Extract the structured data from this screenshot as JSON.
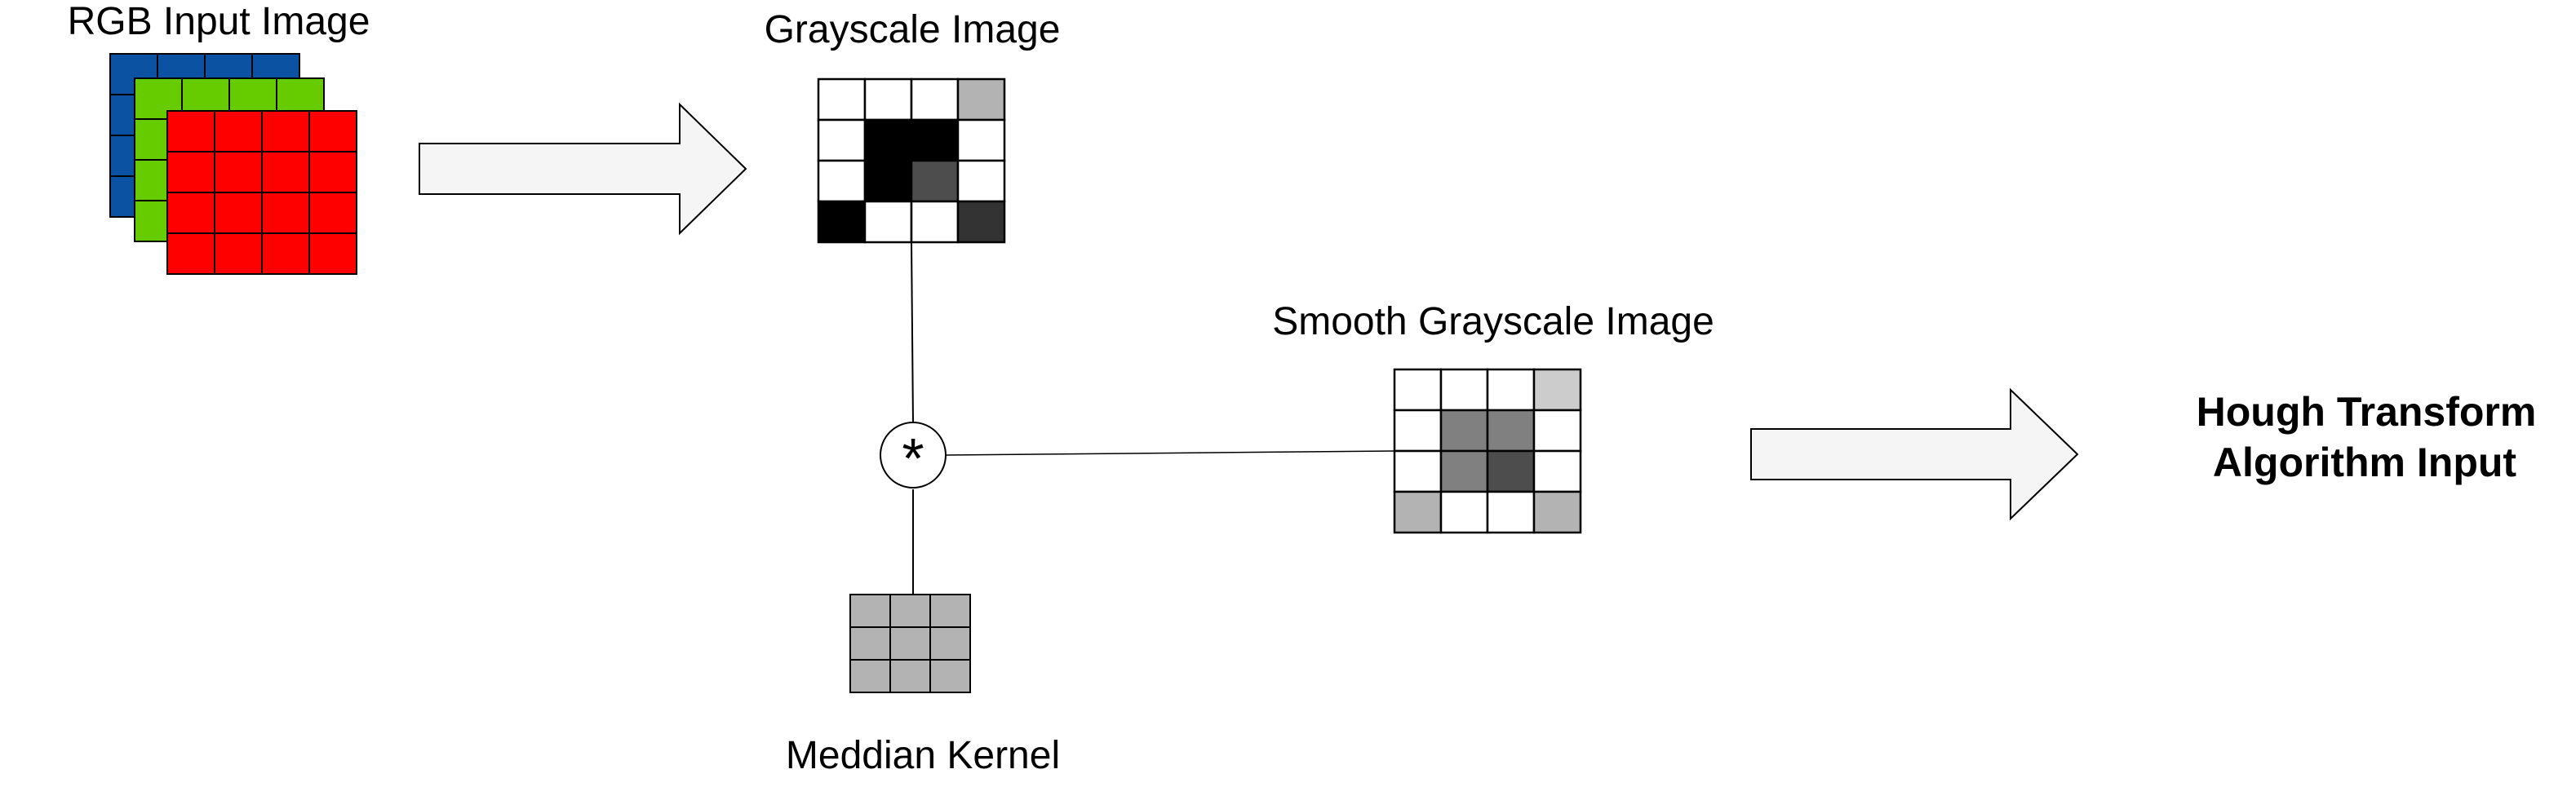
{
  "labels": {
    "rgb_input": "RGB Input Image",
    "grayscale": "Grayscale Image",
    "smooth_grayscale": "Smooth Grayscale Image",
    "median_kernel": "Meddian Kernel",
    "output_line1": "Hough Transform",
    "output_line2": "Algorithm Input",
    "convolution_symbol": "*"
  },
  "channels": {
    "colors": [
      "#0c52a3",
      "#66cc00",
      "#ff0000"
    ],
    "rows": 4,
    "cols": 4
  },
  "grayscale_image": {
    "rows": 4,
    "cols": 4,
    "pixels": [
      [
        "#ffffff",
        "#ffffff",
        "#ffffff",
        "#b3b3b3"
      ],
      [
        "#ffffff",
        "#000000",
        "#000000",
        "#ffffff"
      ],
      [
        "#ffffff",
        "#000000",
        "#4d4d4d",
        "#ffffff"
      ],
      [
        "#000000",
        "#ffffff",
        "#ffffff",
        "#333333"
      ]
    ]
  },
  "smooth_image": {
    "rows": 4,
    "cols": 4,
    "pixels": [
      [
        "#ffffff",
        "#ffffff",
        "#ffffff",
        "#cccccc"
      ],
      [
        "#ffffff",
        "#808080",
        "#808080",
        "#ffffff"
      ],
      [
        "#ffffff",
        "#808080",
        "#4d4d4d",
        "#ffffff"
      ],
      [
        "#b3b3b3",
        "#ffffff",
        "#ffffff",
        "#b3b3b3"
      ]
    ]
  },
  "kernel": {
    "rows": 3,
    "cols": 3,
    "color": "#b3b3b3"
  },
  "arrow_fill": "#f5f5f5",
  "stroke_color": "#000000"
}
